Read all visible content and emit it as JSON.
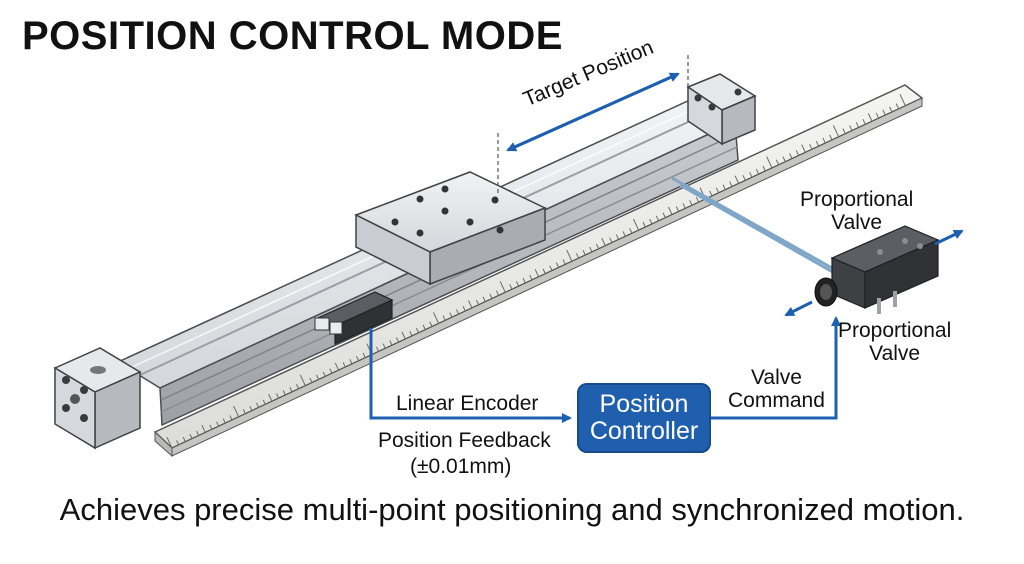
{
  "title": "POSITION CONTROL MODE",
  "labels": {
    "target_position": "Target Position",
    "proportional_valve_top": [
      "Proportional",
      "Valve"
    ],
    "proportional_valve_bottom": [
      "Proportional",
      "Valve"
    ],
    "linear_encoder": "Linear Encoder",
    "position_feedback": "Position Feedback",
    "feedback_accuracy": "(±0.01mm)",
    "valve_command": [
      "Valve",
      "Command"
    ],
    "controller": [
      "Position",
      "Controller"
    ]
  },
  "caption": "Achieves precise multi-point positioning and synchronized motion.",
  "colors": {
    "accent": "#1f5fae",
    "arrow": "#1d5fb0",
    "metal_light": "#e4e6e9",
    "metal_mid": "#c6c9cd",
    "metal_dark": "#8e9298",
    "valve_body": "#3a3c40"
  }
}
